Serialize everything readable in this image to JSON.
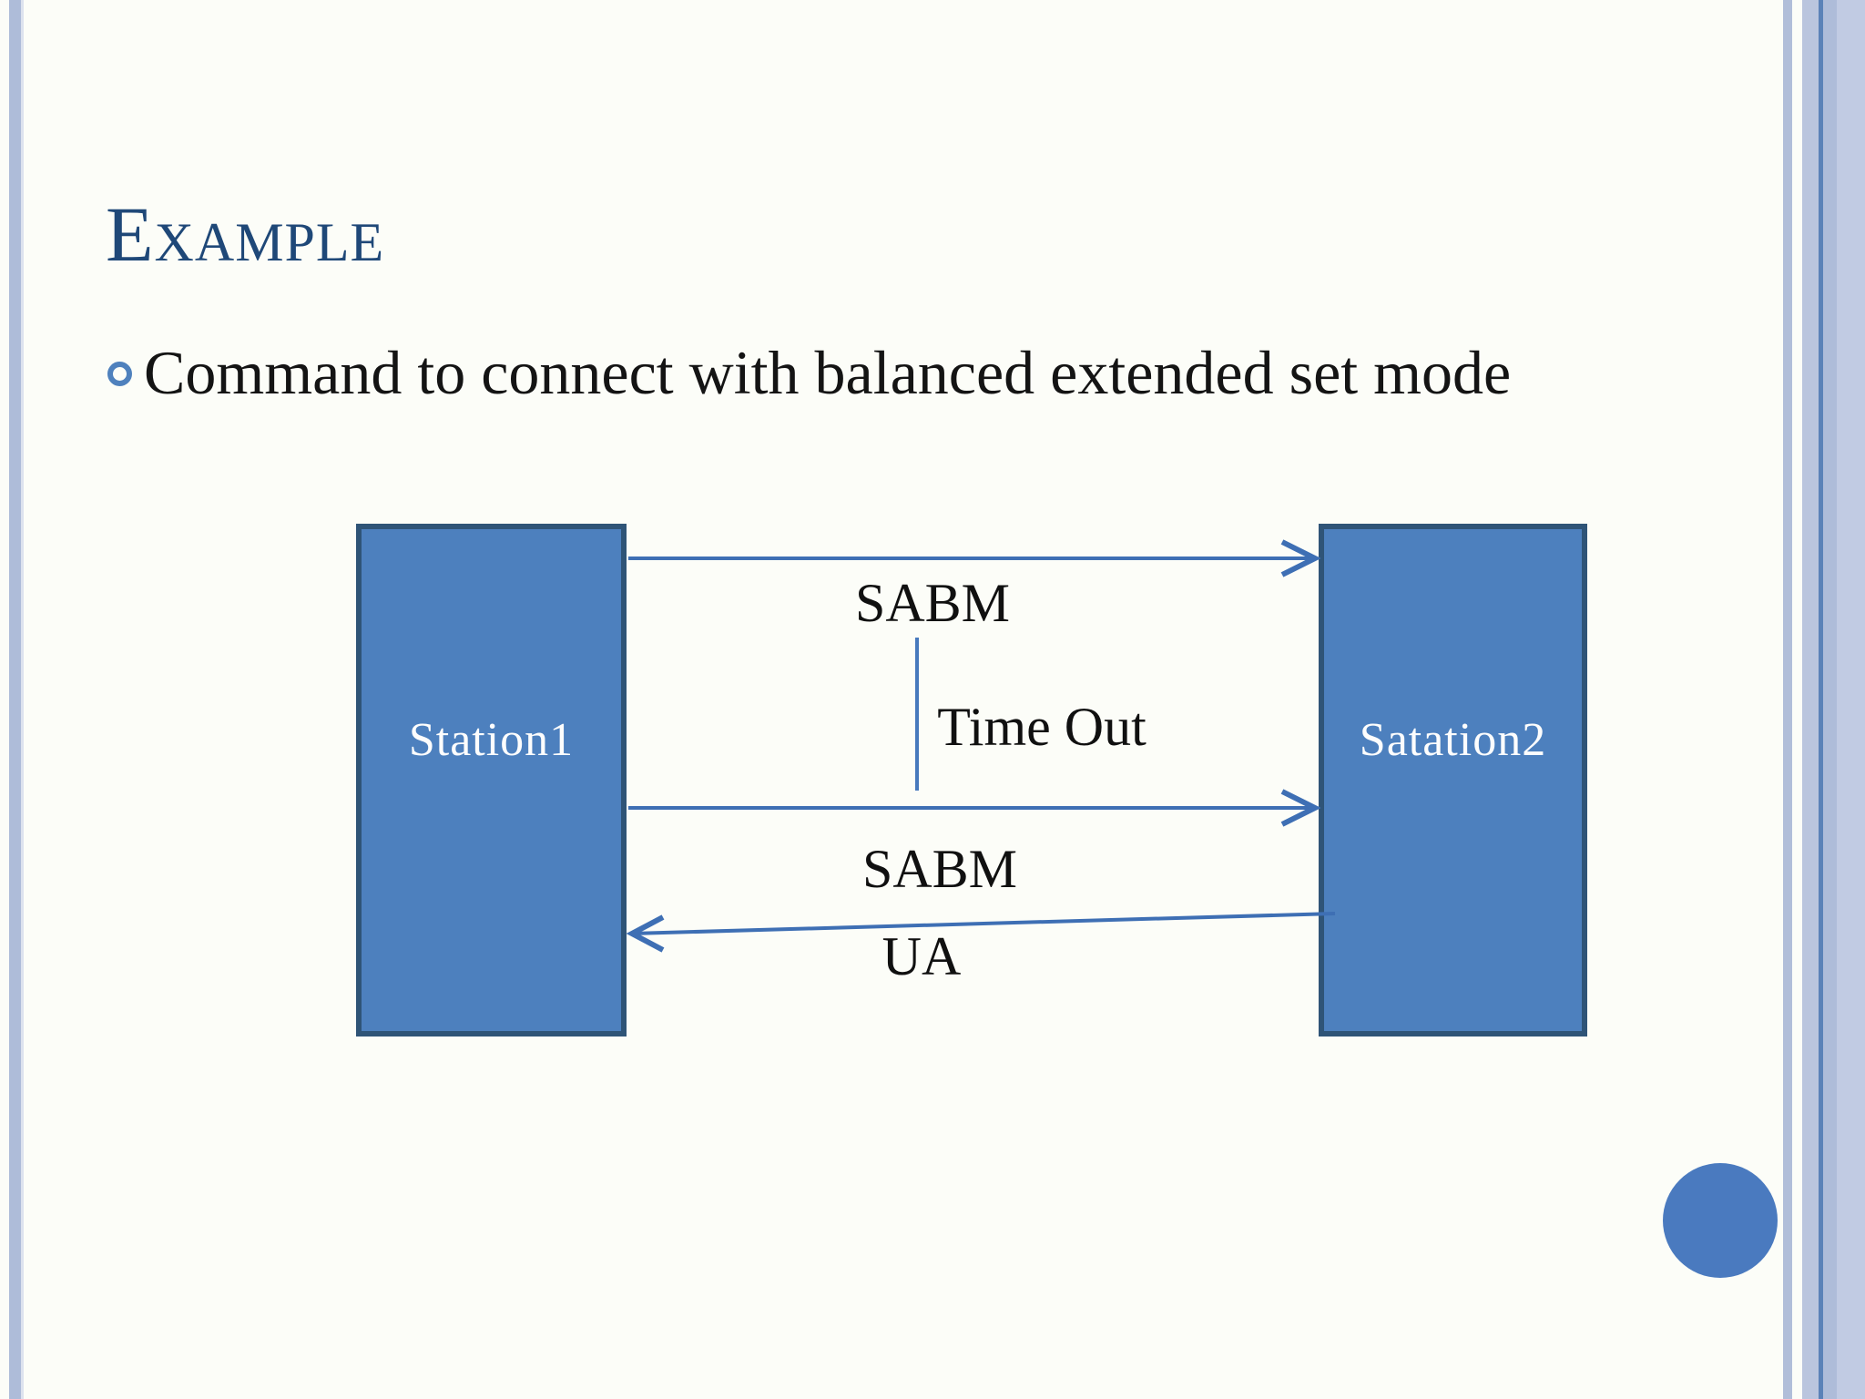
{
  "slide": {
    "title": "Example",
    "bullet": "Command to connect with balanced extended set mode"
  },
  "diagram": {
    "station1_label": "Station1",
    "station2_label": "Satation2",
    "messages": {
      "sabm1": "SABM",
      "timeout": "Time Out",
      "sabm2": "SABM",
      "ua": "UA"
    }
  },
  "colors": {
    "background": "#fcfdf8",
    "title_navy": "#1f4878",
    "body_text": "#141414",
    "box_fill": "#4d80be",
    "box_border": "#2f5477",
    "arrow_blue": "#3e6fb4",
    "bullet_ring": "#4f81bd",
    "stripe_light": "#aebcd9",
    "stripe_dark": "#5b82b8",
    "circle_fill": "#4a7abf"
  }
}
